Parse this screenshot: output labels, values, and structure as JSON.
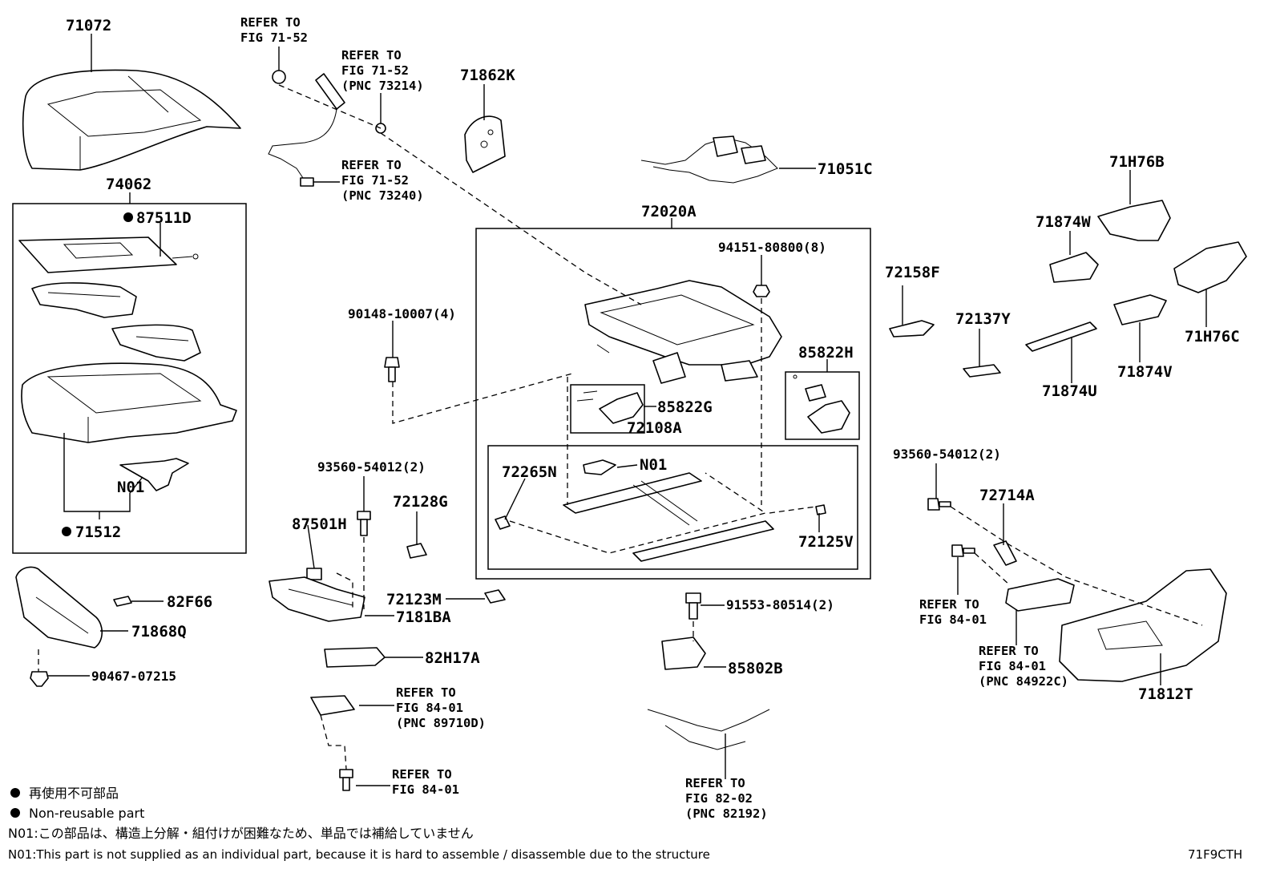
{
  "labels": {
    "p71072": "71072",
    "p74062": "74062",
    "p87511d": "87511D",
    "p71512": "71512",
    "pn01a": "N01",
    "p71862k": "71862K",
    "p71051c": "71051C",
    "p72020a": "72020A",
    "p94151": "94151-80800(8)",
    "p90148": "90148-10007(4)",
    "p85822h": "85822H",
    "p85822g": "85822G",
    "p72108a": "72108A",
    "pn01b": "N01",
    "p72265n": "72265N",
    "p72125v": "72125V",
    "p72158f": "72158F",
    "p72137y": "72137Y",
    "p71h76b": "71H76B",
    "p71874w": "71874W",
    "p71h76c": "71H76C",
    "p71874u": "71874U",
    "p71874v": "71874V",
    "p93560a": "93560-54012(2)",
    "p93560b": "93560-54012(2)",
    "p72714a": "72714A",
    "p87501h": "87501H",
    "p72128g": "72128G",
    "p72123m": "72123M",
    "p7181ba": "7181BA",
    "p82f66": "82F66",
    "p71868q": "71868Q",
    "p90467": "90467-07215",
    "p82h17a": "82H17A",
    "p91553": "91553-80514(2)",
    "p85802b": "85802B",
    "p71812t": "71812T"
  },
  "refs": {
    "r1": [
      "REFER TO",
      "FIG 71-52"
    ],
    "r2": [
      "REFER TO",
      "FIG 71-52",
      "(PNC 73214)"
    ],
    "r3": [
      "REFER TO",
      "FIG 71-52",
      "(PNC 73240)"
    ],
    "r4": [
      "REFER TO",
      "FIG 84-01",
      "(PNC 89710D)"
    ],
    "r5": [
      "REFER TO",
      "FIG 84-01"
    ],
    "r6": [
      "REFER TO",
      "FIG 82-02",
      "(PNC 82192)"
    ],
    "r7": [
      "REFER TO",
      "FIG 84-01"
    ],
    "r8": [
      "REFER TO",
      "FIG 84-01",
      "(PNC 84922C)"
    ]
  },
  "legend": {
    "nonreusable_jp": "再使用不可部品",
    "nonreusable_en": "Non-reusable part",
    "n01_jp": "N01:この部品は、構造上分解・組付けが困難なため、単品では補給していません",
    "n01_en": "N01:This part is not supplied as an individual part, because it is hard to assemble / disassemble due to the structure"
  },
  "figure_code": "71F9CTH"
}
